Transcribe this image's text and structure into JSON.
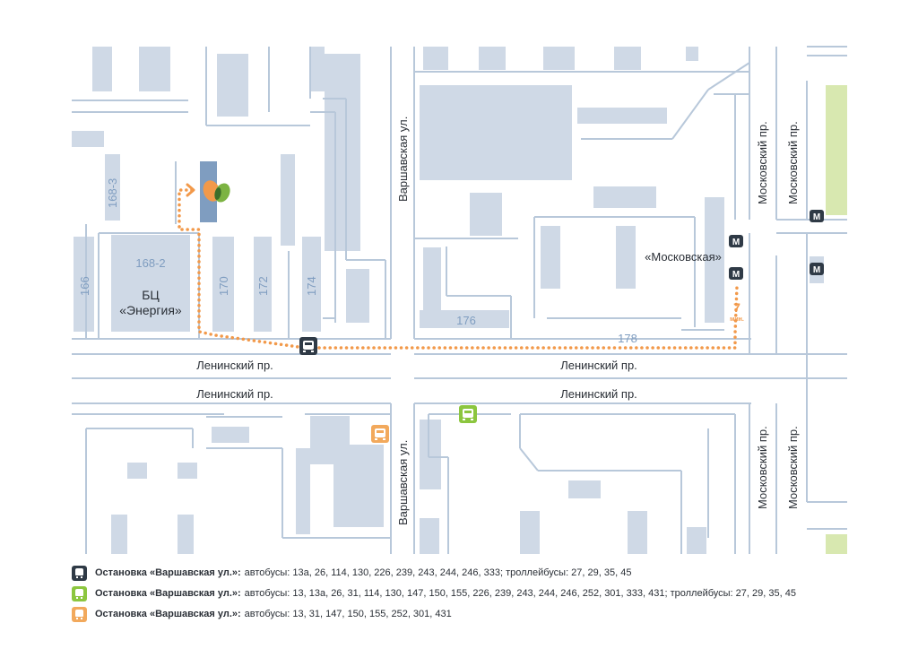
{
  "map": {
    "streets": {
      "leninsky": "Ленинский пр.",
      "varshavskaya": "Варшавская ул.",
      "moskovsky": "Московский пр."
    },
    "buildings": {
      "b168_3": "168-3",
      "b168_2": "168-2",
      "b166": "166",
      "b170": "170",
      "b172": "172",
      "b174": "174",
      "b176": "176",
      "b178": "178",
      "energy_line1": "БЦ",
      "energy_line2": "«Энергия»"
    },
    "metro_station": "«Московская»",
    "walk_time_value": "7",
    "walk_time_unit": "мин.",
    "colors": {
      "route": "#f2994a",
      "stop_dark": "#2f3a46",
      "stop_green": "#8cc63f",
      "stop_orange": "#f2a95c",
      "building": "#cfd9e6",
      "road_outline": "#b8c8da",
      "park": "#d8e8b0",
      "destination_building": "#7f9dc0"
    }
  },
  "legend": [
    {
      "icon": "bus-stop-icon",
      "color": "#2f3a46",
      "title": "Остановка «Варшавская ул.»:",
      "routes": "автобусы: 13а, 26, 114, 130, 226, 239, 243, 244, 246, 333; троллейбусы: 27, 29, 35, 45"
    },
    {
      "icon": "bus-stop-icon",
      "color": "#8cc63f",
      "title": "Остановка «Варшавская ул.»:",
      "routes": "автобусы: 13, 13а, 26, 31, 114, 130, 147, 150, 155, 226, 239, 243, 244, 246, 252, 301, 333, 431; троллейбусы: 27, 29, 35, 45"
    },
    {
      "icon": "bus-stop-icon",
      "color": "#f2a95c",
      "title": "Остановка «Варшавская ул.»:",
      "routes": "автобусы: 13, 31, 147, 150, 155, 252, 301, 431"
    }
  ]
}
